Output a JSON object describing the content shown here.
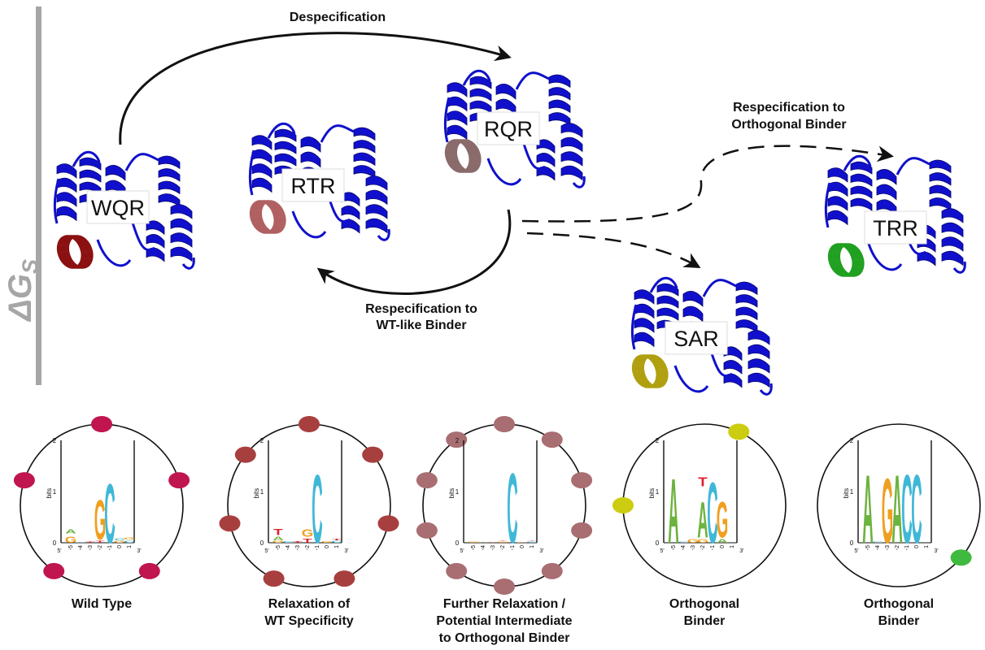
{
  "axis": {
    "label": "ΔG",
    "subscript": "S",
    "color": "#a6a6a6"
  },
  "colors": {
    "protein_blue": "#1010cc",
    "arrow": "#111111"
  },
  "proteins": [
    {
      "id": "wqr",
      "label": "WQR",
      "helix_color": "#8b1010"
    },
    {
      "id": "rtr",
      "label": "RTR",
      "helix_color": "#b06060"
    },
    {
      "id": "rqr",
      "label": "RQR",
      "helix_color": "#8a6a6a"
    },
    {
      "id": "trr",
      "label": "TRR",
      "helix_color": "#20a020"
    },
    {
      "id": "sar",
      "label": "SAR",
      "helix_color": "#b0a010"
    }
  ],
  "transitions": [
    {
      "id": "despecification",
      "lines": [
        "Despecification"
      ],
      "style": "solid"
    },
    {
      "id": "respec-wt",
      "lines": [
        "Respecification to",
        "WT-like Binder"
      ],
      "style": "solid"
    },
    {
      "id": "respec-orth",
      "lines": [
        "Respecification to",
        "Orthogonal Binder"
      ],
      "style": "dashed"
    },
    {
      "id": "to-sar",
      "lines": [],
      "style": "dashed"
    }
  ],
  "logos": [
    {
      "id": "wild-type",
      "caption": [
        "Wild Type"
      ],
      "dot_color": "#c0154e",
      "dot_count": 5,
      "ymax": 2,
      "ylabel": "bits",
      "positions": [
        "-5",
        "-4",
        "-3",
        "-2",
        "-1",
        "0",
        "1"
      ],
      "columns": [
        [
          [
            "G",
            0.18
          ],
          [
            "A",
            0.12
          ]
        ],
        [
          [
            "C",
            0.02
          ]
        ],
        [
          [
            "T",
            0.03
          ]
        ],
        [
          [
            "T",
            0.06
          ],
          [
            "G",
            1.1
          ]
        ],
        [
          [
            "C",
            1.65
          ]
        ],
        [
          [
            "G",
            0.05
          ],
          [
            "C",
            0.05
          ]
        ],
        [
          [
            "C",
            0.06
          ],
          [
            "G",
            0.05
          ]
        ]
      ]
    },
    {
      "id": "relaxation-wt",
      "caption": [
        "Relaxation of",
        "WT Specificity"
      ],
      "dot_color": "#a83f3f",
      "dot_count": 7,
      "ymax": 2,
      "ylabel": "bits",
      "positions": [
        "-5",
        "-4",
        "-3",
        "-2",
        "-1",
        "0",
        "1"
      ],
      "columns": [
        [
          [
            "G",
            0.05
          ],
          [
            "A",
            0.1
          ],
          [
            "T",
            0.18
          ]
        ],
        [
          [
            "C",
            0.04
          ]
        ],
        [
          [
            "T",
            0.04
          ]
        ],
        [
          [
            "T",
            0.12
          ],
          [
            "G",
            0.2
          ]
        ],
        [
          [
            "C",
            1.9
          ]
        ],
        [
          [
            "G",
            0.04
          ]
        ],
        [
          [
            "C",
            0.05
          ],
          [
            "T",
            0.04
          ]
        ]
      ]
    },
    {
      "id": "further-relaxation",
      "caption": [
        "Further Relaxation /",
        "Potential Intermediate",
        "to Orthogonal Binder"
      ],
      "dot_color": "#a86e72",
      "dot_count": 10,
      "ymax": 2,
      "ylabel": "bits",
      "positions": [
        "-5",
        "-4",
        "-3",
        "-2",
        "-1",
        "0",
        "1"
      ],
      "columns": [
        [
          [
            "G",
            0.03
          ]
        ],
        [
          [
            "A",
            0.02
          ]
        ],
        [
          [
            "T",
            0.02
          ]
        ],
        [
          [
            "G",
            0.03
          ],
          [
            "T",
            0.02
          ]
        ],
        [
          [
            "C",
            1.95
          ]
        ],
        [
          [
            "G",
            0.02
          ]
        ],
        [
          [
            "C",
            0.03
          ],
          [
            "T",
            0.02
          ]
        ]
      ]
    },
    {
      "id": "orthogonal-1",
      "caption": [
        "Orthogonal",
        "Binder"
      ],
      "dot_color": "#cccc10",
      "dot_count": 2,
      "ymax": 2,
      "ylabel": "bits",
      "positions": [
        "-5",
        "-4",
        "-3",
        "-2",
        "-1",
        "0",
        "1"
      ],
      "columns": [
        [
          [
            "A",
            1.8
          ]
        ],
        [
          [
            "C",
            0.03
          ]
        ],
        [
          [
            "G",
            0.1
          ]
        ],
        [
          [
            "G",
            0.1
          ],
          [
            "A",
            1.0
          ],
          [
            "T",
            0.25
          ]
        ],
        [
          [
            "C",
            1.7
          ]
        ],
        [
          [
            "A",
            0.1
          ],
          [
            "G",
            1.0
          ]
        ],
        []
      ]
    },
    {
      "id": "orthogonal-2",
      "caption": [
        "Orthogonal",
        "Binder"
      ],
      "dot_color": "#3fba3f",
      "dot_count": 1,
      "ymax": 2,
      "ylabel": "bits",
      "positions": [
        "-5",
        "-4",
        "-3",
        "-2",
        "-1",
        "0",
        "1"
      ],
      "columns": [
        [
          [
            "A",
            1.9
          ]
        ],
        [
          [
            "C",
            0.03
          ]
        ],
        [
          [
            "G",
            1.8
          ]
        ],
        [
          [
            "A",
            1.9
          ]
        ],
        [
          [
            "C",
            1.9
          ]
        ],
        [
          [
            "C",
            1.9
          ]
        ],
        []
      ]
    }
  ],
  "nucleotide_colors": {
    "A": "#6db33f",
    "C": "#3fb8d8",
    "G": "#f0a020",
    "T": "#e0202a"
  }
}
